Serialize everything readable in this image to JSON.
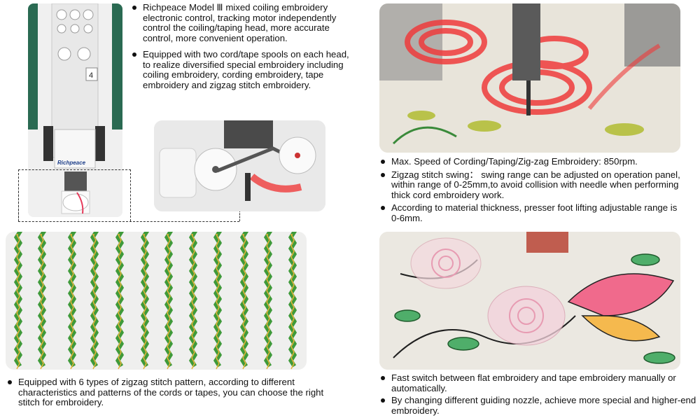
{
  "top_left": {
    "head_label": "4",
    "brand": "Richpeace",
    "bullets": [
      "Richpeace Model Ⅲ mixed coiling embroidery electronic control, tracking motor independently control the coiling/taping head, more accurate control, more convenient operation.",
      "Equipped with two cord/tape spools on each head, to realize diversified special embroidery including coiling embroidery, cording embroidery, tape embroidery and zigzag stitch embroidery."
    ]
  },
  "bottom_left": {
    "bullets": [
      "Equipped with 6 types of zigzag stitch pattern, according to different characteristics and patterns of the cords or tapes, you can choose the right stitch for embroidery."
    ]
  },
  "top_right": {
    "bullets": [
      "Max. Speed of Cording/Taping/Zig-zag Embroidery: 850rpm.",
      "Zigzag stitch swing：  swing range can be adjusted on operation panel, within range of 0-25mm,to avoid collision with needle when performing thick cord embroidery work.",
      "According to material thickness, presser foot lifting adjustable range is 0-6mm."
    ]
  },
  "bottom_right": {
    "bullets": [
      "Fast switch between flat embroidery and tape embroidery manually or automatically.",
      "By changing different guiding nozzle, achieve more special and higher-end embroidery."
    ]
  },
  "colors": {
    "cord_green": "#3f9a3a",
    "cord_yellow": "#e4b43a",
    "ribbon_red": "#ef3b3b",
    "fabric": "#eeece6"
  }
}
